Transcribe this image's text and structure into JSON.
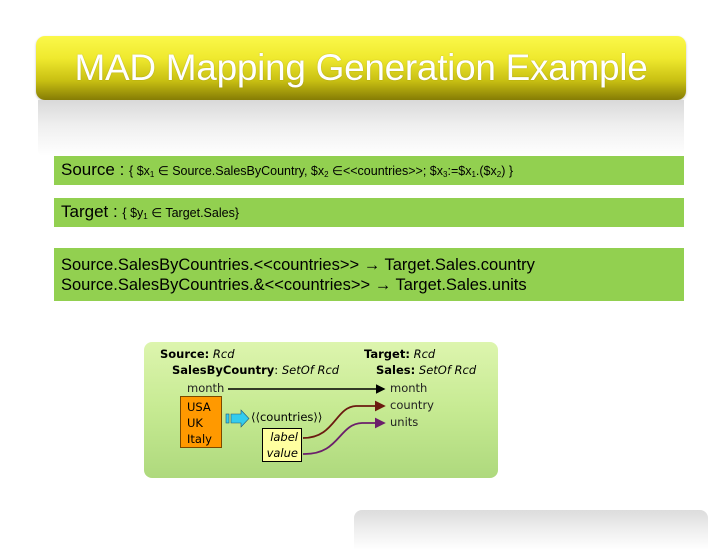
{
  "slide": {
    "title": "MAD Mapping Generation Example",
    "colors": {
      "title_bar_top": "#fbf84a",
      "title_bar_bottom": "#857c05",
      "box_green": "#92d050",
      "panel_green": "#c6ea92",
      "orange": "#ff9900",
      "label_box": "#ffffa0",
      "cyan_arrow": "#33ccee",
      "label_arrow": "#6b1a10",
      "value_arrow": "#6b1f6b"
    }
  },
  "source_box": {
    "lead": "Source : ",
    "expr_parts": {
      "open": "{ $x",
      "sub1": "1",
      "in1": " ∈ Source.SalesByCountry, $x",
      "sub2": "2",
      "in2": " ∈<<countries>>; $x",
      "sub3": "3",
      "assign": ":=$x",
      "sub4": "1",
      "paren": ".($x",
      "sub5": "2",
      "close": ") }"
    }
  },
  "target_box": {
    "lead": "Target : ",
    "expr_parts": {
      "open": "{ $y",
      "sub1": "1",
      "in1": " ∈ Target.Sales}"
    }
  },
  "mappings": [
    {
      "from": "Source.SalesByCountries.<<countries>>",
      "arrow": "→",
      "to": "Target.Sales.country"
    },
    {
      "from": "Source.SalesByCountries.&<<countries>>",
      "arrow": "→",
      "to": "Target.Sales.units"
    }
  ],
  "figure": {
    "source_header": {
      "label": "Source:",
      "type": "Rcd"
    },
    "source_set": {
      "label": "SalesByCountry",
      "colon": ":",
      "type": "SetOf Rcd"
    },
    "source_field": "month",
    "source_countries": [
      "USA",
      "UK",
      "Italy"
    ],
    "countries_label": "⟨⟨countries⟩⟩",
    "lv_fields": [
      "label",
      "value"
    ],
    "target_header": {
      "label": "Target:",
      "type": "Rcd"
    },
    "target_set": {
      "label": "Sales:",
      "type": "SetOf Rcd"
    },
    "target_fields": [
      "month",
      "country",
      "units"
    ]
  }
}
